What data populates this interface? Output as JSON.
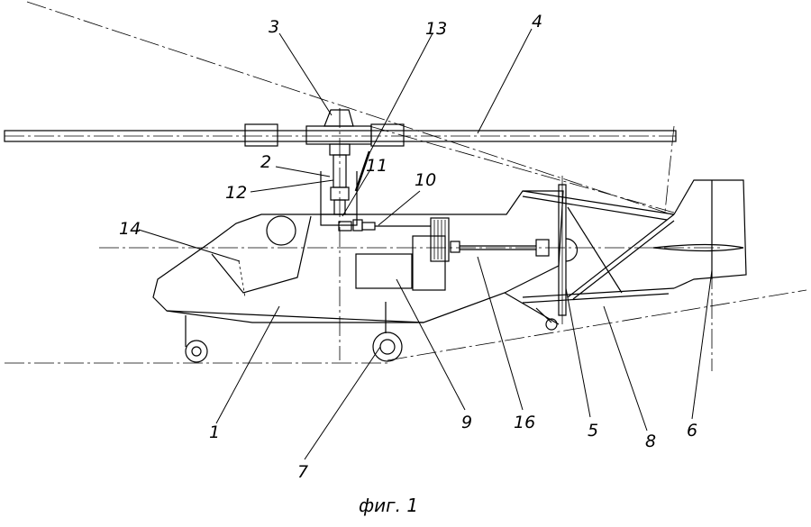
{
  "figure": {
    "caption": "фиг. 1",
    "callouts": {
      "c1": "1",
      "c2": "2",
      "c3": "3",
      "c4": "4",
      "c5": "5",
      "c6": "6",
      "c7": "7",
      "c8": "8",
      "c9": "9",
      "c10": "10",
      "c11": "11",
      "c12": "12",
      "c13": "13",
      "c14": "14",
      "c16": "16"
    }
  }
}
